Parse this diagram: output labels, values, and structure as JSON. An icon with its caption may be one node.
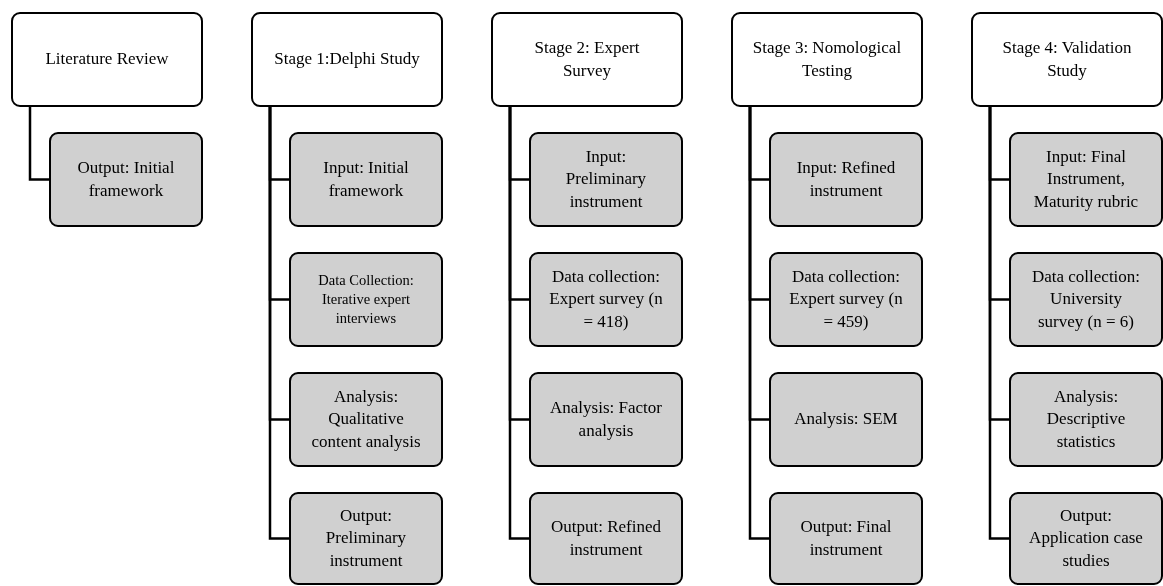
{
  "diagram": {
    "nodes": [
      {
        "text": [
          "Literature Review"
        ]
      },
      {
        "text": [
          "Output: Initial framework"
        ]
      },
      {
        "text": [
          "Stage 1:Delphi Study"
        ]
      },
      {
        "text": [
          "Input: Initial framework"
        ]
      },
      {
        "text": [
          "Data Collection: Iterative expert interviews"
        ]
      },
      {
        "text": [
          "Analysis: Qualitative content analysis"
        ]
      },
      {
        "text": [
          "Output: Preliminary instrument"
        ]
      },
      {
        "text": [
          "Stage 2: Expert Survey"
        ]
      },
      {
        "text": [
          "Input: Preliminary instrument"
        ]
      },
      {
        "text": [
          "Data collection: Expert survey (n = 418)"
        ]
      },
      {
        "text": [
          "Analysis: Factor analysis"
        ]
      },
      {
        "text": [
          "Output: Refined instrument"
        ]
      },
      {
        "text": [
          "Stage 3: Nomological Testing"
        ]
      },
      {
        "text": [
          "Input: Refined instrument"
        ]
      },
      {
        "text": [
          "Data collection: Expert survey (n = 459)"
        ]
      },
      {
        "text": [
          "Analysis: SEM"
        ]
      },
      {
        "text": [
          "Output: Final instrument"
        ]
      },
      {
        "text": [
          "Stage 4: Validation Study"
        ]
      },
      {
        "text": [
          "Input: Final Instrument, Maturity rubric"
        ]
      },
      {
        "text": [
          "Data collection: University survey (n = 6)"
        ]
      },
      {
        "text": [
          "Analysis: Descriptive statistics"
        ]
      },
      {
        "text": [
          "Output: Application case studies"
        ]
      }
    ],
    "edges": [
      {
        "from": 0,
        "to": 1,
        "arrow": "none"
      },
      {
        "from": 2,
        "to": 3,
        "arrow": "none"
      },
      {
        "from": 2,
        "to": 4,
        "arrow": "none"
      },
      {
        "from": 2,
        "to": 5,
        "arrow": "none"
      },
      {
        "from": 2,
        "to": 6,
        "arrow": "none"
      },
      {
        "from": 7,
        "to": 8,
        "arrow": "none"
      },
      {
        "from": 7,
        "to": 9,
        "arrow": "none"
      },
      {
        "from": 7,
        "to": 10,
        "arrow": "none"
      },
      {
        "from": 7,
        "to": 11,
        "arrow": "none"
      },
      {
        "from": 12,
        "to": 13,
        "arrow": "none"
      },
      {
        "from": 12,
        "to": 14,
        "arrow": "none"
      },
      {
        "from": 12,
        "to": 15,
        "arrow": "none"
      },
      {
        "from": 12,
        "to": 16,
        "arrow": "none"
      },
      {
        "from": 17,
        "to": 18,
        "arrow": "none"
      },
      {
        "from": 17,
        "to": 19,
        "arrow": "none"
      },
      {
        "from": 17,
        "to": 20,
        "arrow": "none"
      },
      {
        "from": 17,
        "to": 21,
        "arrow": "none"
      }
    ]
  }
}
